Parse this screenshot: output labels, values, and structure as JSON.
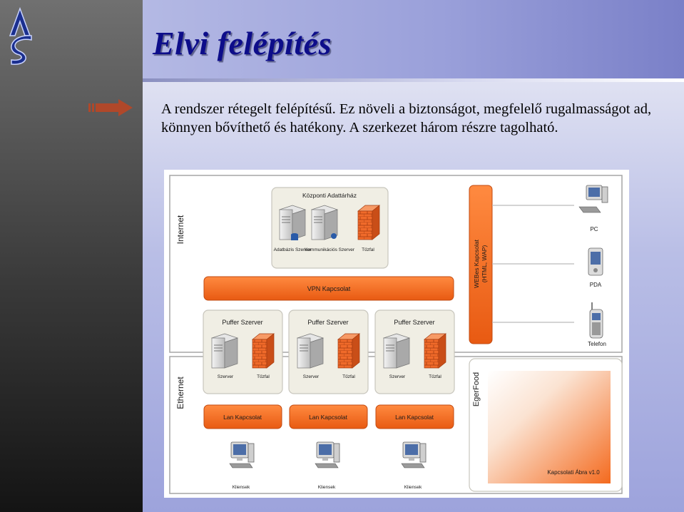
{
  "slide": {
    "title": "Elvi felépítés",
    "body": "A rendszer rétegelt felépítésű. Ez növeli a biztonságot, megfelelő rugalmasságot ad, könnyen bővíthető és hatékony. A szerkezet három részre tagolható."
  },
  "diagram": {
    "internet_label": "Internet",
    "ethernet_label": "Ethernet",
    "central": {
      "title": "Központi Adattárház",
      "items": [
        "Adatbázis Szerver",
        "Kommunikációs Szerver",
        "Tűzfal"
      ]
    },
    "vpn_label": "VPN Kapcsolat",
    "web_label": "WEBes Kapcsolat",
    "web_sub": "(HTML, WAP)",
    "devices": [
      "PC",
      "PDA",
      "Telefon"
    ],
    "buffers": [
      {
        "title": "Puffer Szerver",
        "server": "Szerver",
        "firewall": "Tűzfal",
        "lan": "Lan Kapcsolat",
        "client": "Kliensek"
      },
      {
        "title": "Puffer Szerver",
        "server": "Szerver",
        "firewall": "Tűzfal",
        "lan": "Lan Kapcsolat",
        "client": "Kliensek"
      },
      {
        "title": "Puffer Szerver",
        "server": "Szerver",
        "firewall": "Tűzfal",
        "lan": "Lan Kapcsolat",
        "client": "Kliensek"
      }
    ],
    "egerfood_label": "EgerFood",
    "version_label": "Kapcsolati Ábra v1.0"
  },
  "colors": {
    "orange": "#f26a1f",
    "title_blue": "#0d0d8a",
    "panel_beige": "#f0eee4"
  },
  "icons": [
    "as-logo-icon",
    "right-arrow-icon",
    "server-icon",
    "firewall-icon",
    "pc-icon",
    "pda-icon",
    "phone-icon",
    "client-computer-icon"
  ]
}
